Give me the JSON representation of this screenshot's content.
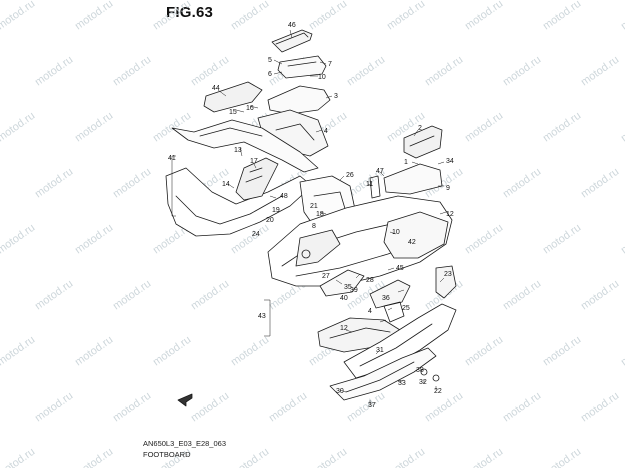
{
  "figure": {
    "title": "FIG.63",
    "code": "AN650L3_E03_E28_063",
    "caption": "FOOTBOARD"
  },
  "watermark": {
    "text": "motod.ru",
    "color": "#c9d3d8"
  },
  "callouts": [
    "46",
    "5",
    "6",
    "7",
    "10",
    "44",
    "16",
    "15",
    "3",
    "4",
    "41",
    "13",
    "14",
    "17",
    "26",
    "2",
    "1",
    "34",
    "47",
    "9",
    "11",
    "12",
    "18",
    "8",
    "48",
    "10",
    "45",
    "27",
    "35",
    "28",
    "23",
    "25",
    "4",
    "43",
    "12",
    "31",
    "32",
    "33",
    "30",
    "37",
    "22",
    "21",
    "19",
    "24",
    "20",
    "39",
    "40",
    "42",
    "36",
    "38"
  ]
}
